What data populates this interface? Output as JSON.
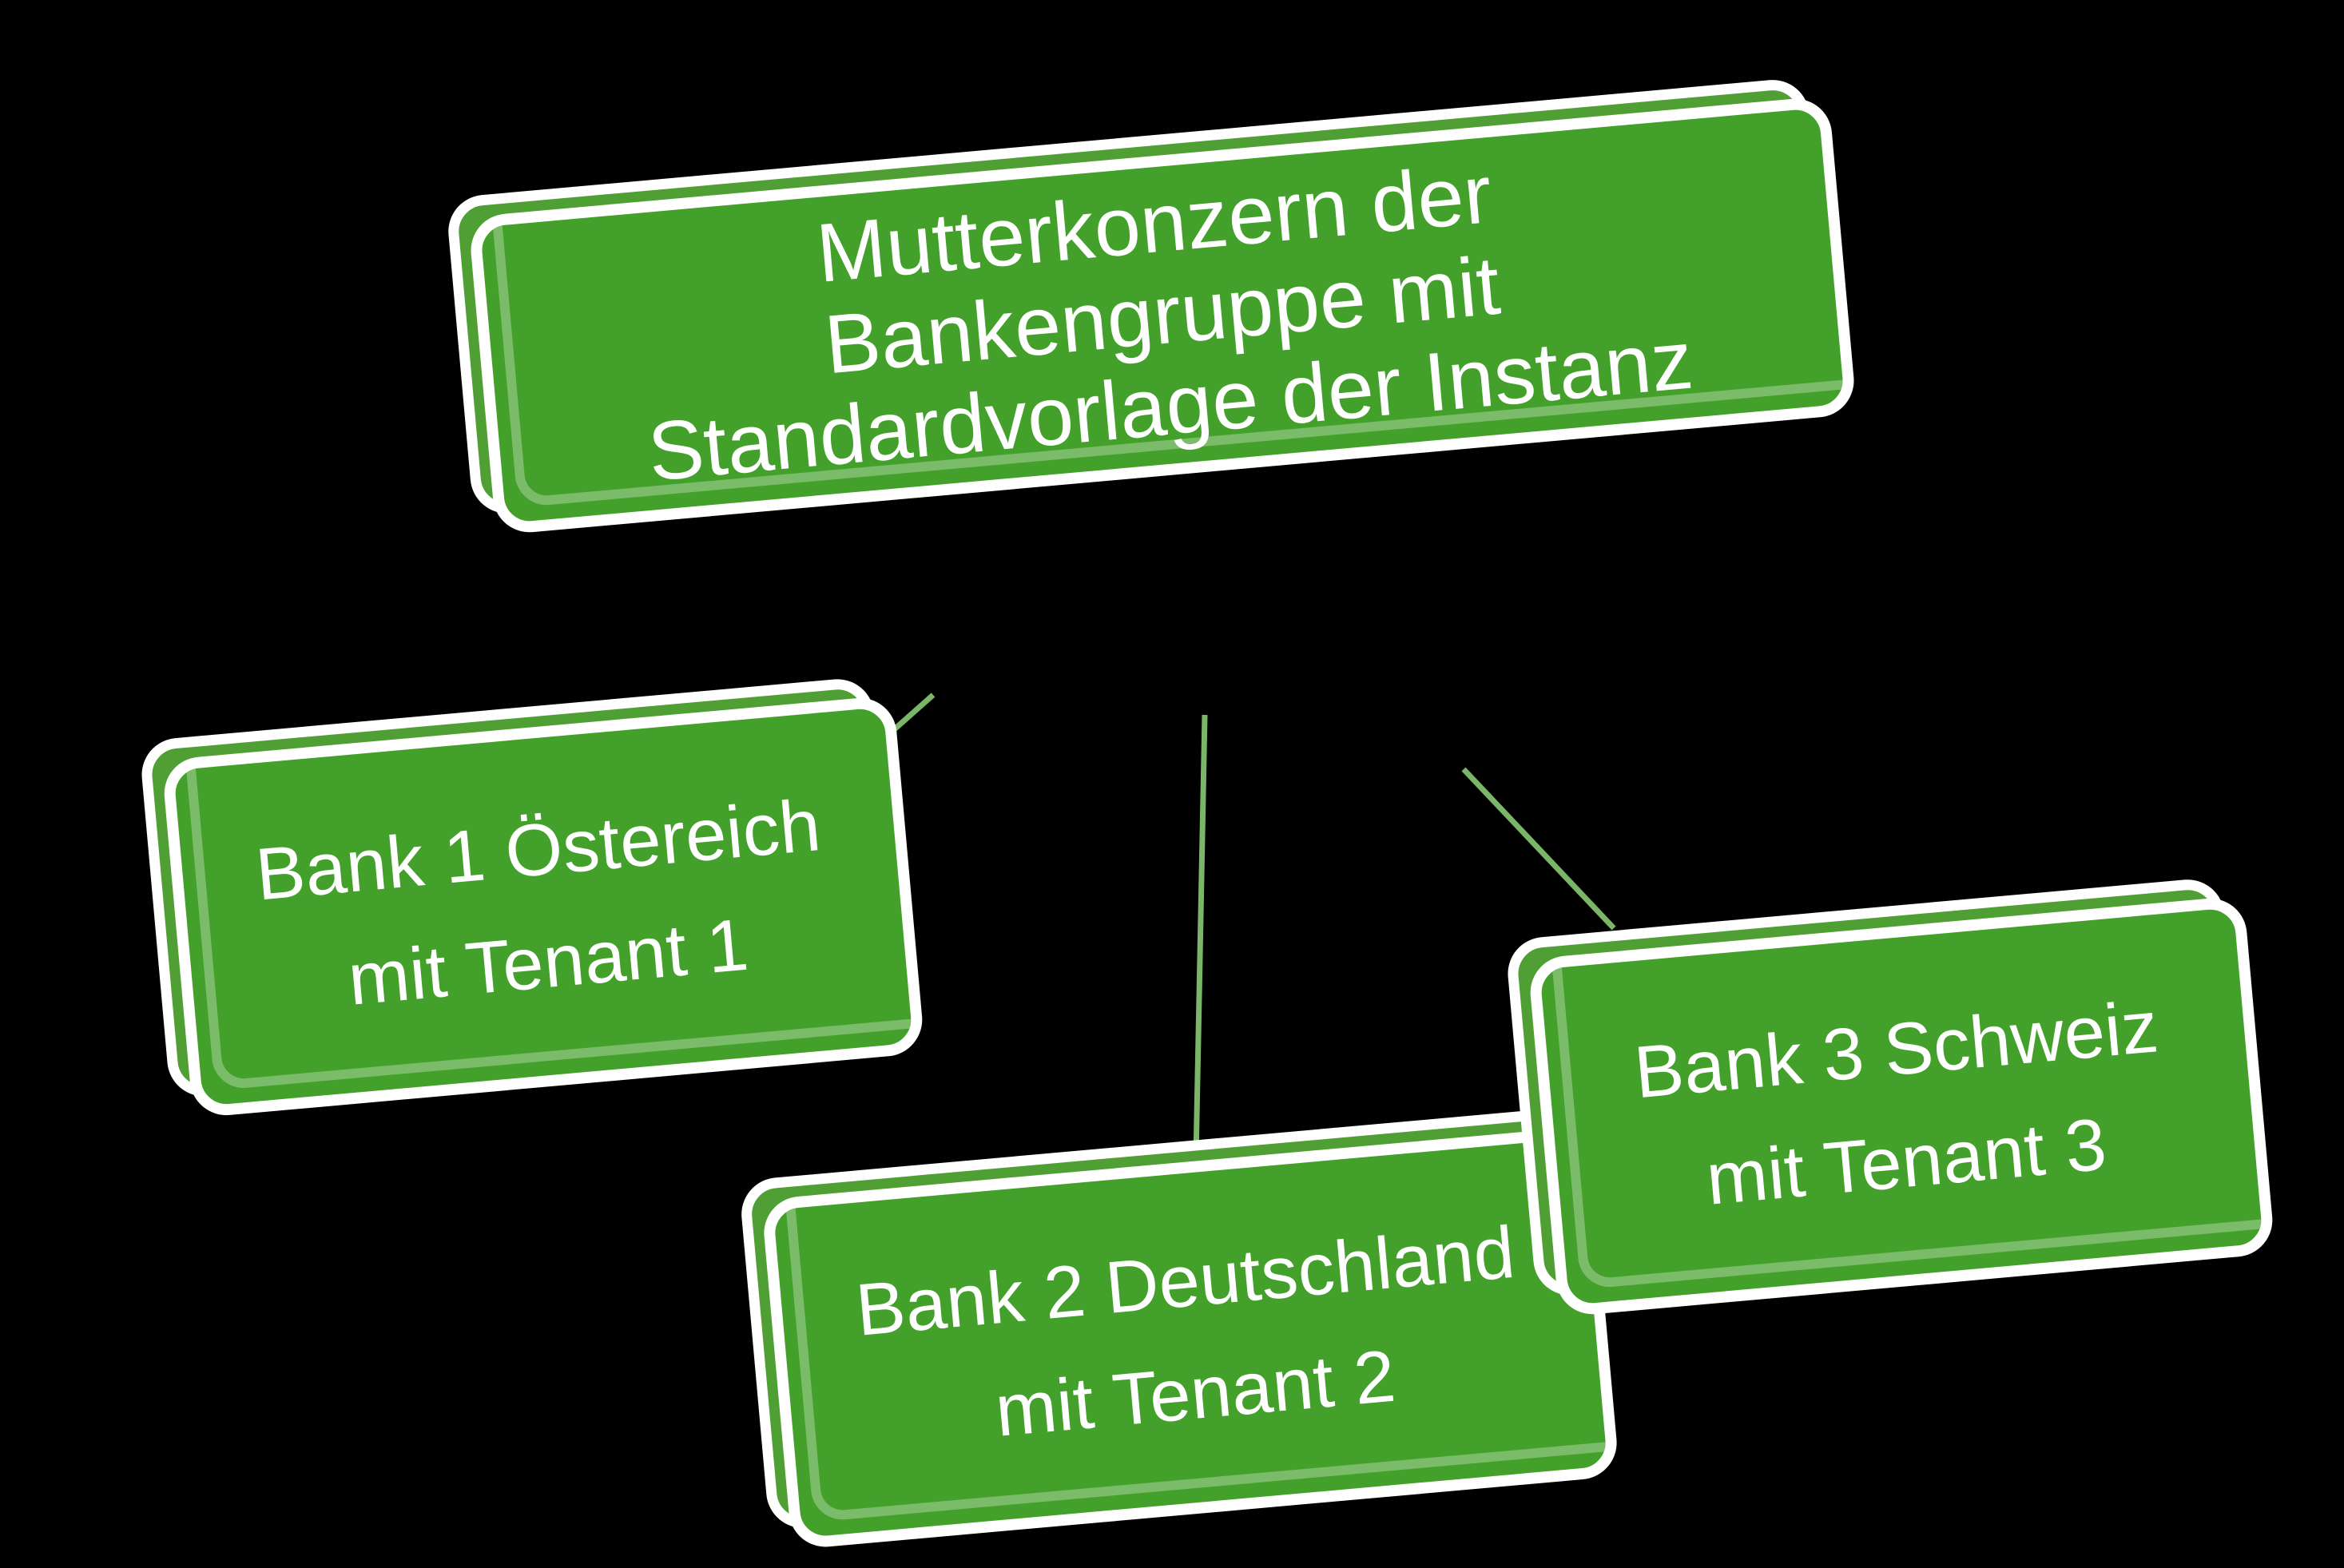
{
  "background_color": "#000000",
  "theme": {
    "card_fill": "#43a02a",
    "card_back_fill": "#4f9f34",
    "card_border": "#ffffff",
    "text_color": "#ffffff",
    "connector_color": "#7ab568"
  },
  "diagram": {
    "type": "hierarchy",
    "title_node": "root",
    "nodes": [
      {
        "id": "root",
        "name": "mutterkonzern-node",
        "text": "Mutterkonzern der\nBankengruppe mit\nStandardvorlage der Instanz",
        "line1": "Mutterkonzern der",
        "line2": "Bankengruppe mit",
        "line3": "Standardvorlage der Instanz"
      },
      {
        "id": "bank1",
        "name": "bank-1-node",
        "line1": "Bank 1 Östereich",
        "line2": "mit Tenant 1"
      },
      {
        "id": "bank2",
        "name": "bank-2-node",
        "line1": "Bank 2 Deutschland",
        "line2": "mit Tenant 2"
      },
      {
        "id": "bank3",
        "name": "bank-3-node",
        "line1": "Bank 3 Schweiz",
        "line2": "mit Tenant 3"
      }
    ],
    "edges": [
      {
        "from": "root",
        "to": "bank1"
      },
      {
        "from": "root",
        "to": "bank2"
      },
      {
        "from": "root",
        "to": "bank3"
      }
    ]
  }
}
